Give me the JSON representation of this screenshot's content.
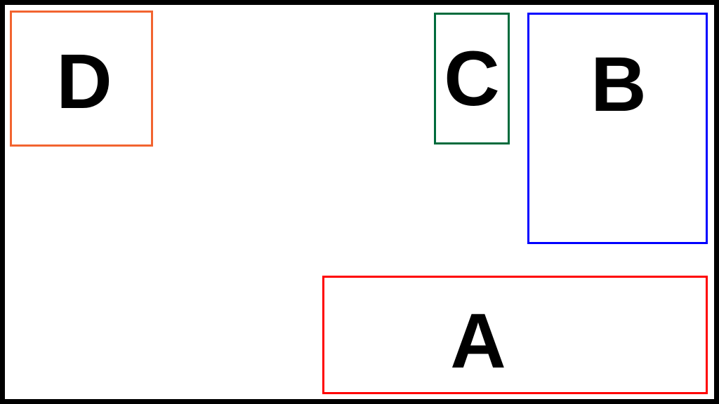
{
  "boxes": {
    "A": {
      "label": "A",
      "color": "#FF0000"
    },
    "B": {
      "label": "B",
      "color": "#0000FF"
    },
    "C": {
      "label": "C",
      "color": "#006B3C"
    },
    "D": {
      "label": "D",
      "color": "#F26430"
    }
  }
}
